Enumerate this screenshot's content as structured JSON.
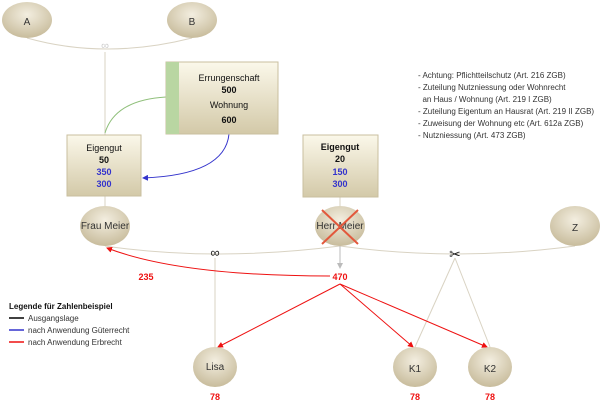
{
  "persons": {
    "a": "A",
    "b": "B",
    "frau_meier": "Frau Meier",
    "herr_meier": "Herr Meier",
    "z": "Z",
    "lisa": "Lisa",
    "k1": "K1",
    "k2": "K2"
  },
  "symbols": {
    "marriage_ab": "∞",
    "marriage_frau_lisa": "∞",
    "divorce": "✂"
  },
  "eigengut_frau": {
    "title": "Eigengut",
    "start": "50",
    "gueterrecht": "350",
    "alt": "300"
  },
  "eigengut_herr": {
    "title": "Eigengut",
    "start": "20",
    "gueterrecht": "150",
    "alt": "300"
  },
  "errungenschaft": {
    "title": "Errungenschaft",
    "value": "500",
    "sub_title": "Wohnung",
    "sub_value": "600"
  },
  "erbrecht": {
    "estate": "470",
    "frau_meier": "235",
    "lisa": "78",
    "k1": "78",
    "k2": "78"
  },
  "notes": [
    "- Achtung: Pflichtteilschutz (Art. 216 ZGB)",
    "- Zuteilung Nutzniessung oder Wohnrecht",
    "  an Haus / Wohnung (Art. 219 I ZGB)",
    "- Zuteilung Eigentum an Hausrat (Art. 219 II ZGB)",
    "- Zuweisung der Wohnung etc (Art. 612a ZGB)",
    "- Nutzniessung (Art. 473 ZGB)"
  ],
  "legend": {
    "title": "Legende für Zahlenbeispiel",
    "items": [
      {
        "label": "Ausgangslage",
        "color": "#000000"
      },
      {
        "label": "nach Anwendung Güterrecht",
        "color": "#3333cc"
      },
      {
        "label": "nach Anwendung Erbrecht",
        "color": "#ee1111"
      }
    ]
  },
  "colors": {
    "node": "#d8cfb6",
    "line": "#d6cfbd",
    "blue": "#3333cc",
    "red": "#ee1111"
  }
}
